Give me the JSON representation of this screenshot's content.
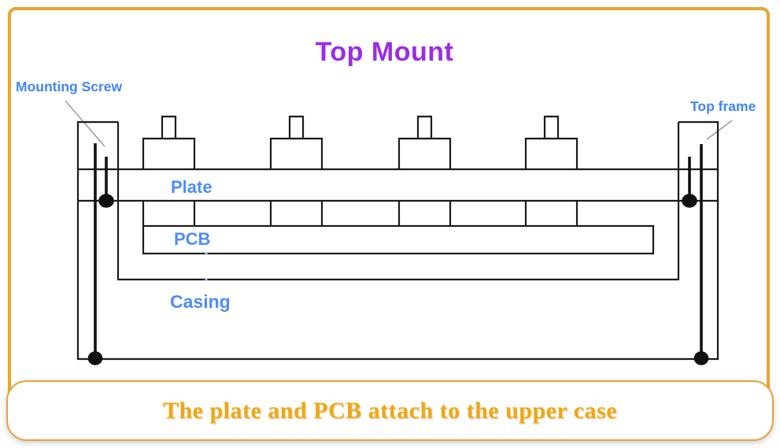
{
  "title": {
    "text": "Top Mount"
  },
  "labels": {
    "mounting_screw": "Mounting Screw",
    "top_frame": "Top frame",
    "plate": "Plate",
    "pcb": "PCB",
    "casing": "Casing"
  },
  "caption": {
    "text": "The plate and PCB attach to the upper case"
  },
  "colors": {
    "frame_orange": "#EAA42E",
    "caption_orange": "#F0A714",
    "title_purple": "#9C2BE8",
    "label_blue": "#4285F4",
    "line_black": "#1B1B1B",
    "leader_gray": "#8A8A8A"
  },
  "diagram_parts": [
    "top frame",
    "plate",
    "switches",
    "pcb",
    "casing",
    "mounting screws"
  ]
}
